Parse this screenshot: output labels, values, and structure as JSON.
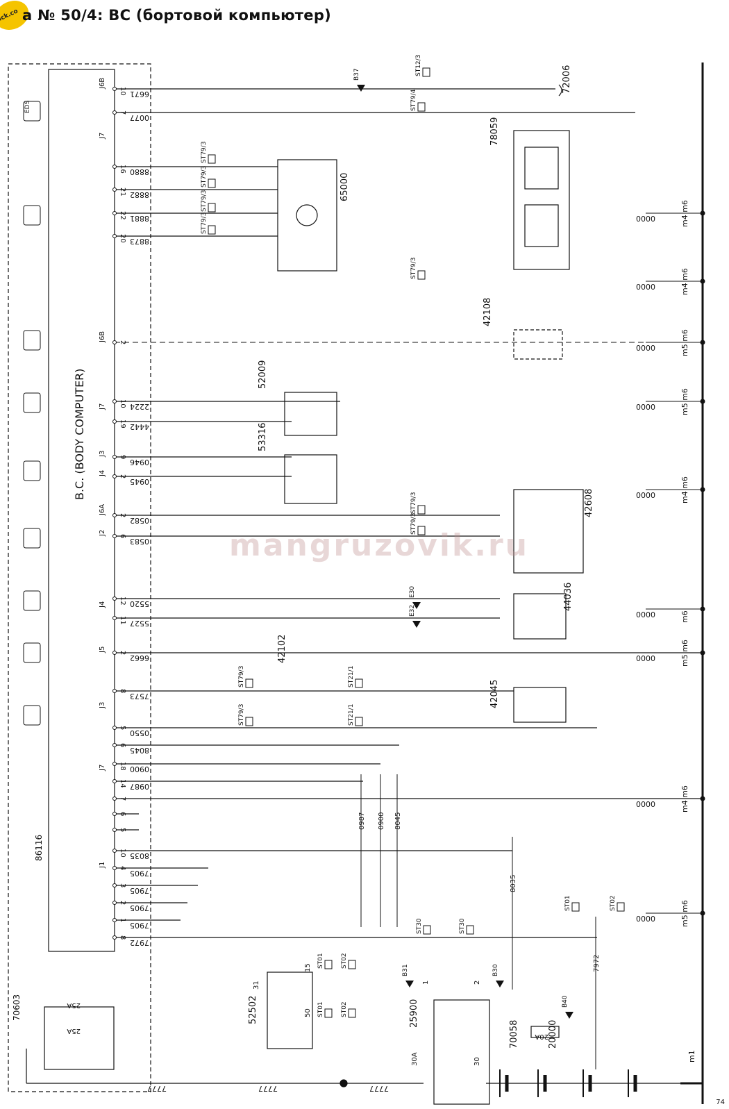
{
  "header": {
    "title": "а № 50/4:   BC (бортовой компьютер)",
    "logo_text": "ick.co"
  },
  "watermark": "mangruzovik.ru",
  "page_number": "74",
  "ecu": {
    "block_id": "86116",
    "label": "B.C. (BODY COMPUTER)",
    "outer_id": "70603"
  },
  "connectors": [
    "J6B",
    "J7",
    "J6B",
    "J7",
    "J3",
    "J4",
    "J6A",
    "J2",
    "J4",
    "J5",
    "J3",
    "J7",
    "J1"
  ],
  "symbols": [
    "EDS",
    "",
    "",
    "",
    "",
    "",
    "",
    "",
    "",
    ""
  ],
  "rows": [
    {
      "pin": "10",
      "wire": "6671",
      "conn": "J6B"
    },
    {
      "pin": "7",
      "wire": "0077",
      "conn": "J7"
    },
    {
      "pin": "16",
      "wire": "8880",
      "conn": "J7"
    },
    {
      "pin": "21",
      "wire": "8882",
      "conn": "J7"
    },
    {
      "pin": "22",
      "wire": "8881",
      "conn": "J7"
    },
    {
      "pin": "20",
      "wire": "8873",
      "conn": "J7"
    },
    {
      "pin": "2",
      "wire": "",
      "conn": "J6B"
    },
    {
      "pin": "10",
      "wire": "2224",
      "conn": "J7"
    },
    {
      "pin": "19",
      "wire": "4442",
      "conn": "J7"
    },
    {
      "pin": "9",
      "wire": "0946",
      "conn": "J3"
    },
    {
      "pin": "2",
      "wire": "0945",
      "conn": "J4"
    },
    {
      "pin": "2",
      "wire": "0582",
      "conn": "J6A"
    },
    {
      "pin": "6",
      "wire": "0583",
      "conn": "J2"
    },
    {
      "pin": "12",
      "wire": "5520",
      "conn": "J4"
    },
    {
      "pin": "11",
      "wire": "5527",
      "conn": "J4"
    },
    {
      "pin": "2",
      "wire": "6662",
      "conn": "J5"
    },
    {
      "pin": "8",
      "wire": "7573",
      "conn": "J3"
    },
    {
      "pin": "5",
      "wire": "0550",
      "conn": "J3"
    },
    {
      "pin": "6",
      "wire": "8045",
      "conn": "J3"
    },
    {
      "pin": "18",
      "wire": "0900",
      "conn": "J7"
    },
    {
      "pin": "14",
      "wire": "0987",
      "conn": "J7"
    },
    {
      "pin": "7",
      "wire": "",
      "conn": "J1"
    },
    {
      "pin": "6",
      "wire": "",
      "conn": "J1"
    },
    {
      "pin": "5",
      "wire": "",
      "conn": "J1"
    },
    {
      "pin": "10",
      "wire": "8035",
      "conn": "J1"
    },
    {
      "pin": "4",
      "wire": "7905",
      "conn": "J1"
    },
    {
      "pin": "3",
      "wire": "7905",
      "conn": "J1"
    },
    {
      "pin": "2",
      "wire": "7905",
      "conn": "J1"
    },
    {
      "pin": "1",
      "wire": "7905",
      "conn": "J1"
    },
    {
      "pin": "8",
      "wire": "7972",
      "conn": "J1"
    }
  ],
  "ground_labels": [
    {
      "wire": "0000",
      "m": "m4 m6"
    },
    {
      "wire": "0000",
      "m": "m4 m6"
    },
    {
      "wire": "0000",
      "m": "m5 m6"
    },
    {
      "wire": "0000",
      "m": "m5 m6"
    },
    {
      "wire": "0000",
      "m": "m4 m6"
    },
    {
      "wire": "0000",
      "m": "m6"
    },
    {
      "wire": "0000",
      "m": "m5 m6"
    },
    {
      "wire": "0000",
      "m": "m4 m6"
    },
    {
      "wire": "0000",
      "m": "m5 m6"
    }
  ],
  "components": {
    "c72006": "72006",
    "c78059": "78059",
    "c65000": "65000",
    "c42108": "42108",
    "c52009": "52009",
    "c53316": "53316",
    "c42608": "42608",
    "c44036": "44036",
    "c42102": "42102",
    "c42045": "42045",
    "c52502": "52502",
    "c25900": "25900",
    "c70058": "70058",
    "c20000": "20000"
  },
  "splices": {
    "st12_3": "ST12/3",
    "st79_4": "ST79/4",
    "st79_3": "ST79/3",
    "st21_1": "ST21/1",
    "st01": "ST01",
    "st02": "ST02",
    "st30": "ST30"
  },
  "misc": {
    "fuse_25a": "25A",
    "fuse_20a": "20A",
    "bottom_wire": "7777",
    "m1": "m1",
    "b37": "B37",
    "e30": "E30",
    "e32": "E32",
    "b31": "B31",
    "b30": "B30",
    "b40": "B40",
    "wires_vertical": [
      "0987",
      "0900",
      "8045",
      "8035",
      "7972"
    ],
    "c25900_pins": [
      "1",
      "2",
      "30",
      "30A"
    ],
    "c52502_pins": [
      "31",
      "15",
      "50"
    ]
  }
}
